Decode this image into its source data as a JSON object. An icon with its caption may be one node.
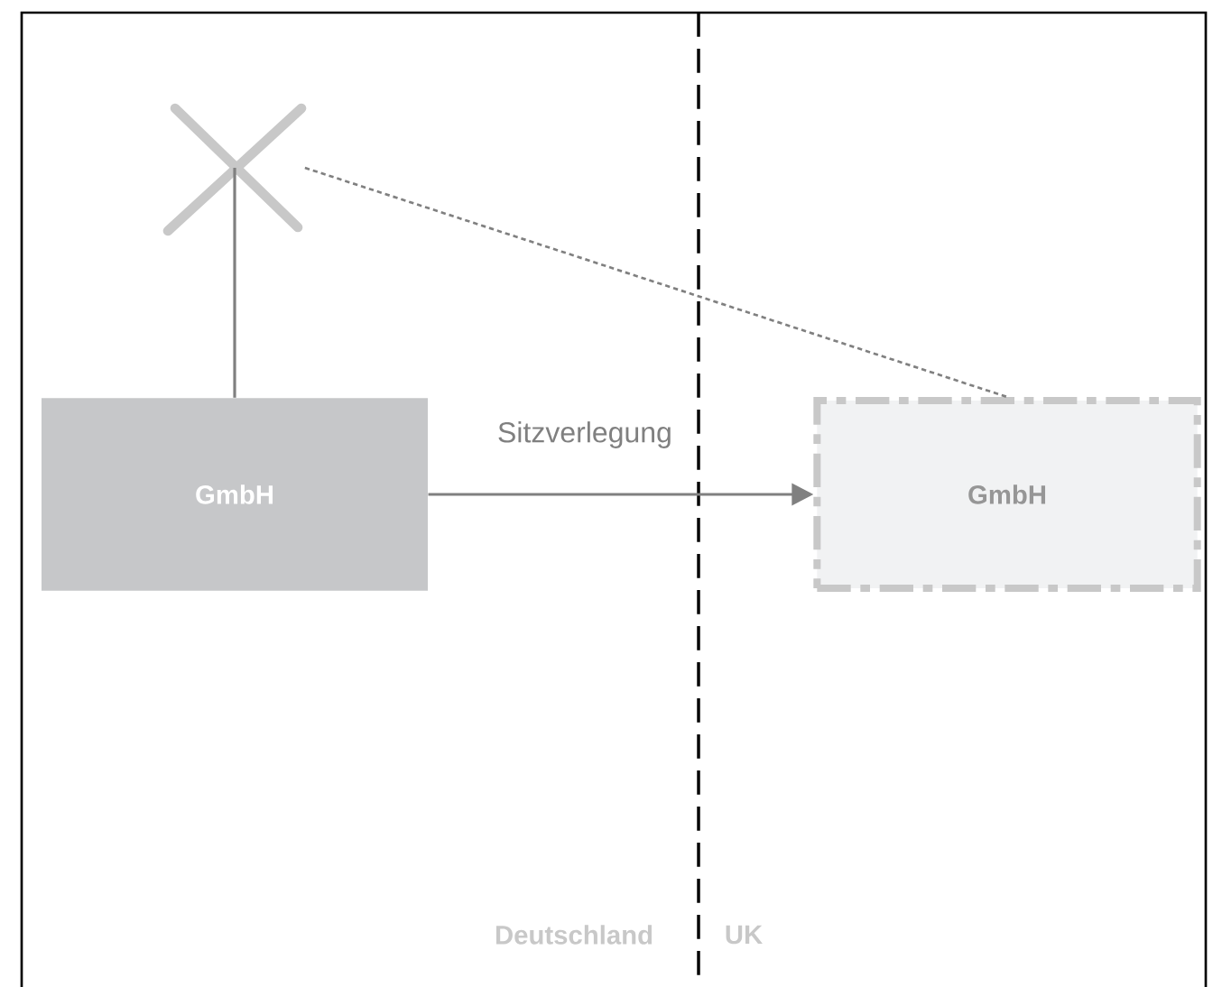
{
  "diagram": {
    "nodes": [
      {
        "text": [],
        "shape": "cross"
      },
      {
        "text": [
          "GmbH"
        ]
      },
      {
        "text": [
          "GmbH"
        ]
      }
    ],
    "edges": [
      {
        "from": 0,
        "to": 1,
        "arrow": "none"
      },
      {
        "from": 1,
        "to": 2,
        "arrow": "to",
        "label": "Sitzverlegung"
      },
      {
        "from": 0,
        "to": 2,
        "arrow": "none",
        "style": "dashed"
      }
    ],
    "labels": [
      "Deutschland",
      "UK"
    ]
  }
}
